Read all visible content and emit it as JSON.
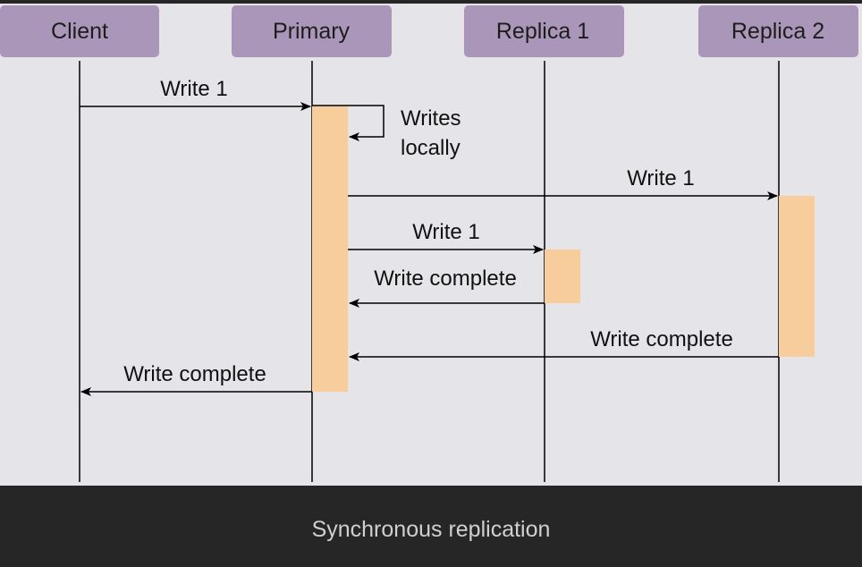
{
  "participants": [
    {
      "id": "client",
      "label": "Client"
    },
    {
      "id": "primary",
      "label": "Primary"
    },
    {
      "id": "replica1",
      "label": "Replica 1"
    },
    {
      "id": "replica2",
      "label": "Replica 2"
    }
  ],
  "messages": [
    {
      "from": "client",
      "to": "primary",
      "label": "Write 1"
    },
    {
      "from": "primary",
      "to": "primary",
      "label_line1": "Writes",
      "label_line2": "locally"
    },
    {
      "from": "primary",
      "to": "replica2",
      "label": "Write 1"
    },
    {
      "from": "primary",
      "to": "replica1",
      "label": "Write 1"
    },
    {
      "from": "replica1",
      "to": "primary",
      "label": "Write complete"
    },
    {
      "from": "replica2",
      "to": "primary",
      "label": "Write complete"
    },
    {
      "from": "primary",
      "to": "client",
      "label": "Write complete"
    }
  ],
  "caption": "Synchronous replication",
  "colors": {
    "header_box": "#a996b8",
    "activation": "#f7cd9b",
    "background": "#e5e4e8",
    "caption_bar": "#262626"
  }
}
